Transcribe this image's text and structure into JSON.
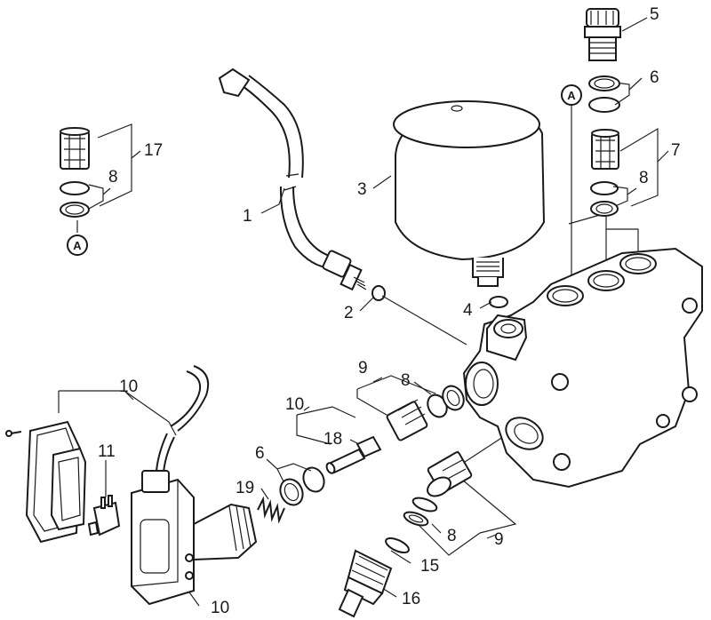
{
  "diagram": {
    "callouts": {
      "c1": "1",
      "c2": "2",
      "c3": "3",
      "c4": "4",
      "c5": "5",
      "c6a": "6",
      "c6b": "6",
      "c7": "7",
      "c8a": "8",
      "c8b": "8",
      "c8c": "8",
      "c8d": "8",
      "c9a": "9",
      "c9b": "9",
      "c10a": "10",
      "c10b": "10",
      "c10c": "10",
      "c11": "11",
      "c15": "15",
      "c16": "16",
      "c17": "17",
      "c18": "18",
      "c19": "19"
    },
    "markers": {
      "a_left": "A",
      "a_right": "A"
    }
  }
}
